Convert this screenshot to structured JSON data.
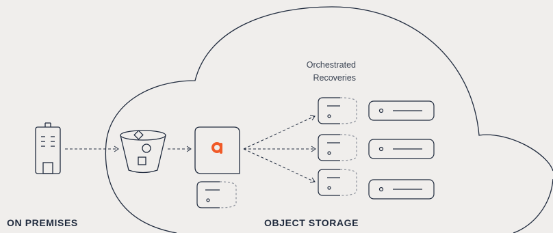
{
  "labels": {
    "on_premises": "ON PREMISES",
    "object_storage": "OBJECT STORAGE",
    "orchestrated_line1": "Orchestrated",
    "orchestrated_line2": "Recoveries"
  },
  "icons": {
    "building": "building-icon",
    "bucket": "bucket-icon",
    "app_logo": "letter-a-logo-icon",
    "cylinder": "storage-cylinder-icon",
    "server": "server-rack-icon"
  },
  "colors": {
    "background": "#f0eeec",
    "stroke": "#1f2a3d",
    "accent": "#f05a28",
    "dashed": "#8a8f99"
  }
}
